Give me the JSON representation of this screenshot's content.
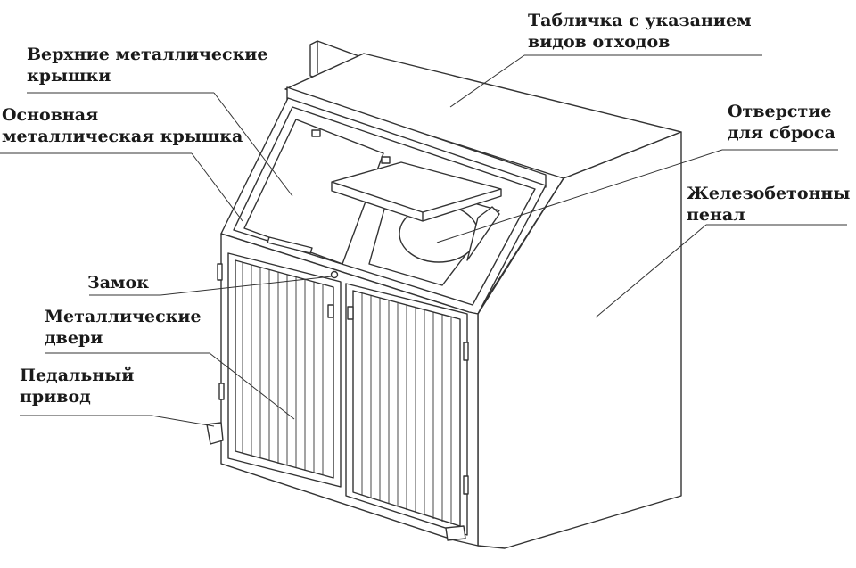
{
  "diagram": {
    "labels": {
      "sign": [
        "Табличка с указанием",
        "видов отходов"
      ],
      "upper_lids": [
        "Верхние металлические",
        "крышки"
      ],
      "main_lid": [
        "Основная",
        "металлическая крышка"
      ],
      "drop_opening": [
        "Отверстие",
        "для сброса"
      ],
      "concrete_case": [
        "Железобетонны",
        "пенал"
      ],
      "lock": [
        "Замок"
      ],
      "metal_doors": [
        "Металлические",
        "двери"
      ],
      "pedal_drive": [
        "Педальный",
        "привод"
      ]
    },
    "colors": {
      "line": "#333333",
      "text": "#1a1a1a",
      "background": "#ffffff",
      "fill": "#ffffff"
    }
  }
}
